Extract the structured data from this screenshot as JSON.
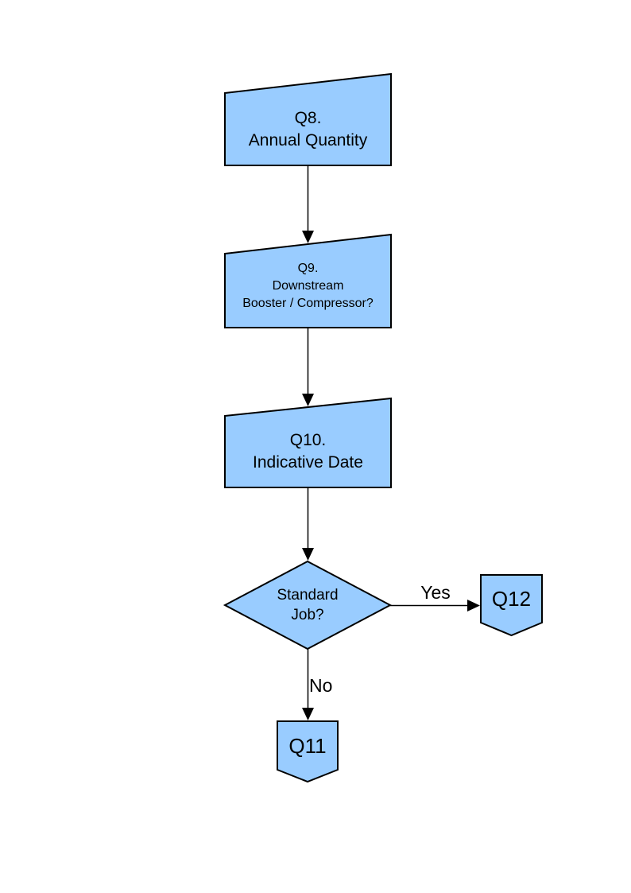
{
  "flowchart": {
    "style": {
      "node_fill": "#99CCFF",
      "node_border": "#000000",
      "line_color": "#000000",
      "text_color": "#000000",
      "page_bg": "#FFFFFF"
    },
    "nodes": {
      "q8": {
        "shape": "manual-input",
        "line1": "Q8.",
        "line2": "Annual Quantity"
      },
      "q9": {
        "shape": "manual-input",
        "line1": "Q9.",
        "line2": "Downstream",
        "line3": "Booster / Compressor?"
      },
      "q10": {
        "shape": "manual-input",
        "line1": "Q10.",
        "line2": "Indicative Date"
      },
      "decision": {
        "shape": "decision",
        "line1": "Standard",
        "line2": "Job?"
      },
      "q12": {
        "shape": "off-page-connector",
        "label": "Q12"
      },
      "q11": {
        "shape": "off-page-connector",
        "label": "Q11"
      }
    },
    "edge_labels": {
      "yes": "Yes",
      "no": "No"
    }
  }
}
